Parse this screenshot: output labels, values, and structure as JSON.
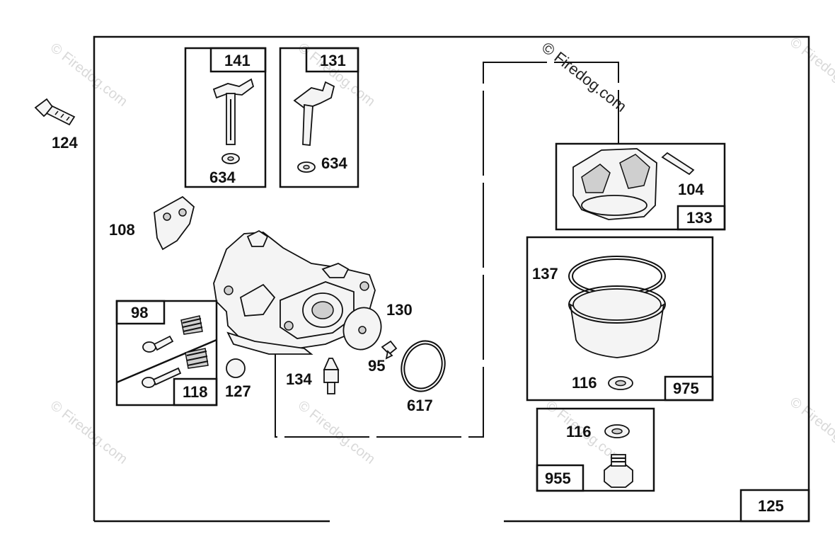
{
  "diagram": {
    "watermark": "© Firedog.com",
    "assembly_number": "125",
    "callouts": {
      "p124": "124",
      "p141": "141",
      "p131": "131",
      "p634a": "634",
      "p634b": "634",
      "p108": "108",
      "p98": "98",
      "p118": "118",
      "p127": "127",
      "p130": "130",
      "p134": "134",
      "p95": "95",
      "p617": "617",
      "p104": "104",
      "p133": "133",
      "p137": "137",
      "p116a": "116",
      "p975": "975",
      "p116b": "116",
      "p955": "955"
    }
  }
}
